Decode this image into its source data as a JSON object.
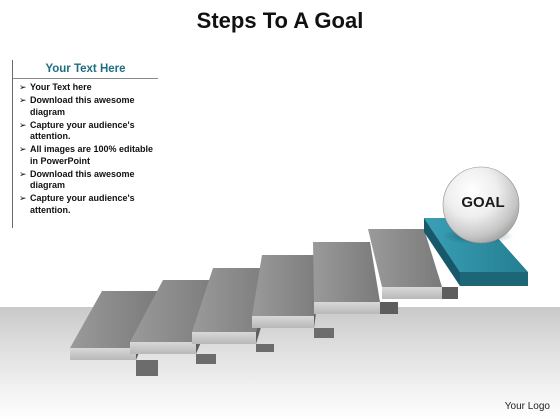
{
  "title": "Steps To A Goal",
  "panel": {
    "heading": "Your Text Here",
    "bullet_symbol": "➢",
    "items": [
      "Your Text here",
      "Download this awesome diagram",
      "Capture your audience's attention.",
      "All images are 100% editable in PowerPoint",
      "Download this awesome diagram",
      "Capture your audience's attention."
    ]
  },
  "goal": {
    "label": "GOAL"
  },
  "footer": {
    "logo_text": "Your Logo"
  },
  "colors": {
    "step_top": "#8e8e8e",
    "step_front": "#cfcfcf",
    "step_side": "#5e5e5e",
    "goal_step_top": "#2f8ea3",
    "goal_step_front": "#1c6678",
    "title_text": "#111111",
    "heading_text": "#1f6e82"
  }
}
